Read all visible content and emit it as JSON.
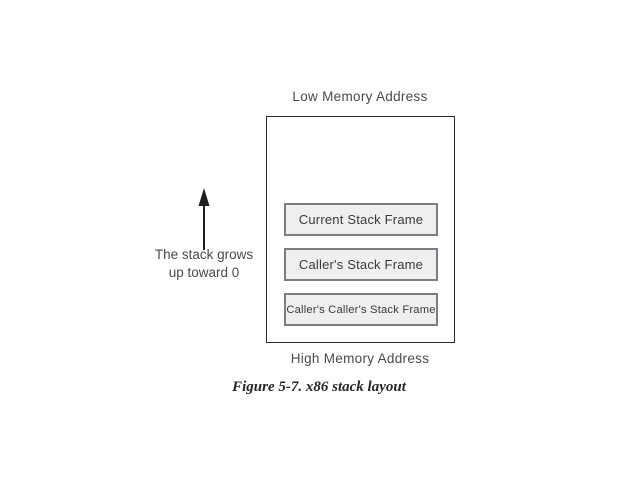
{
  "figure": {
    "caption": "Figure 5-7. x86 stack layout",
    "top_label": "Low Memory Address",
    "bottom_label": "High Memory Address",
    "arrow": {
      "icon": "up-arrow-icon",
      "direction": "up",
      "color": "#1f1f1f"
    },
    "growth_note": {
      "line1": "The stack grows",
      "line2": "up toward 0"
    },
    "stack_box": {
      "border_color": "#2b2b2b",
      "fill_color": "#ffffff"
    },
    "frames": [
      {
        "label": "Current Stack Frame",
        "border_color": "#7d7d83",
        "fill_color": "#efefef"
      },
      {
        "label": "Caller's Stack Frame",
        "border_color": "#7d7d83",
        "fill_color": "#efefef"
      },
      {
        "label": "Caller's Caller's Stack Frame",
        "border_color": "#7d7d83",
        "fill_color": "#efefef"
      }
    ]
  }
}
